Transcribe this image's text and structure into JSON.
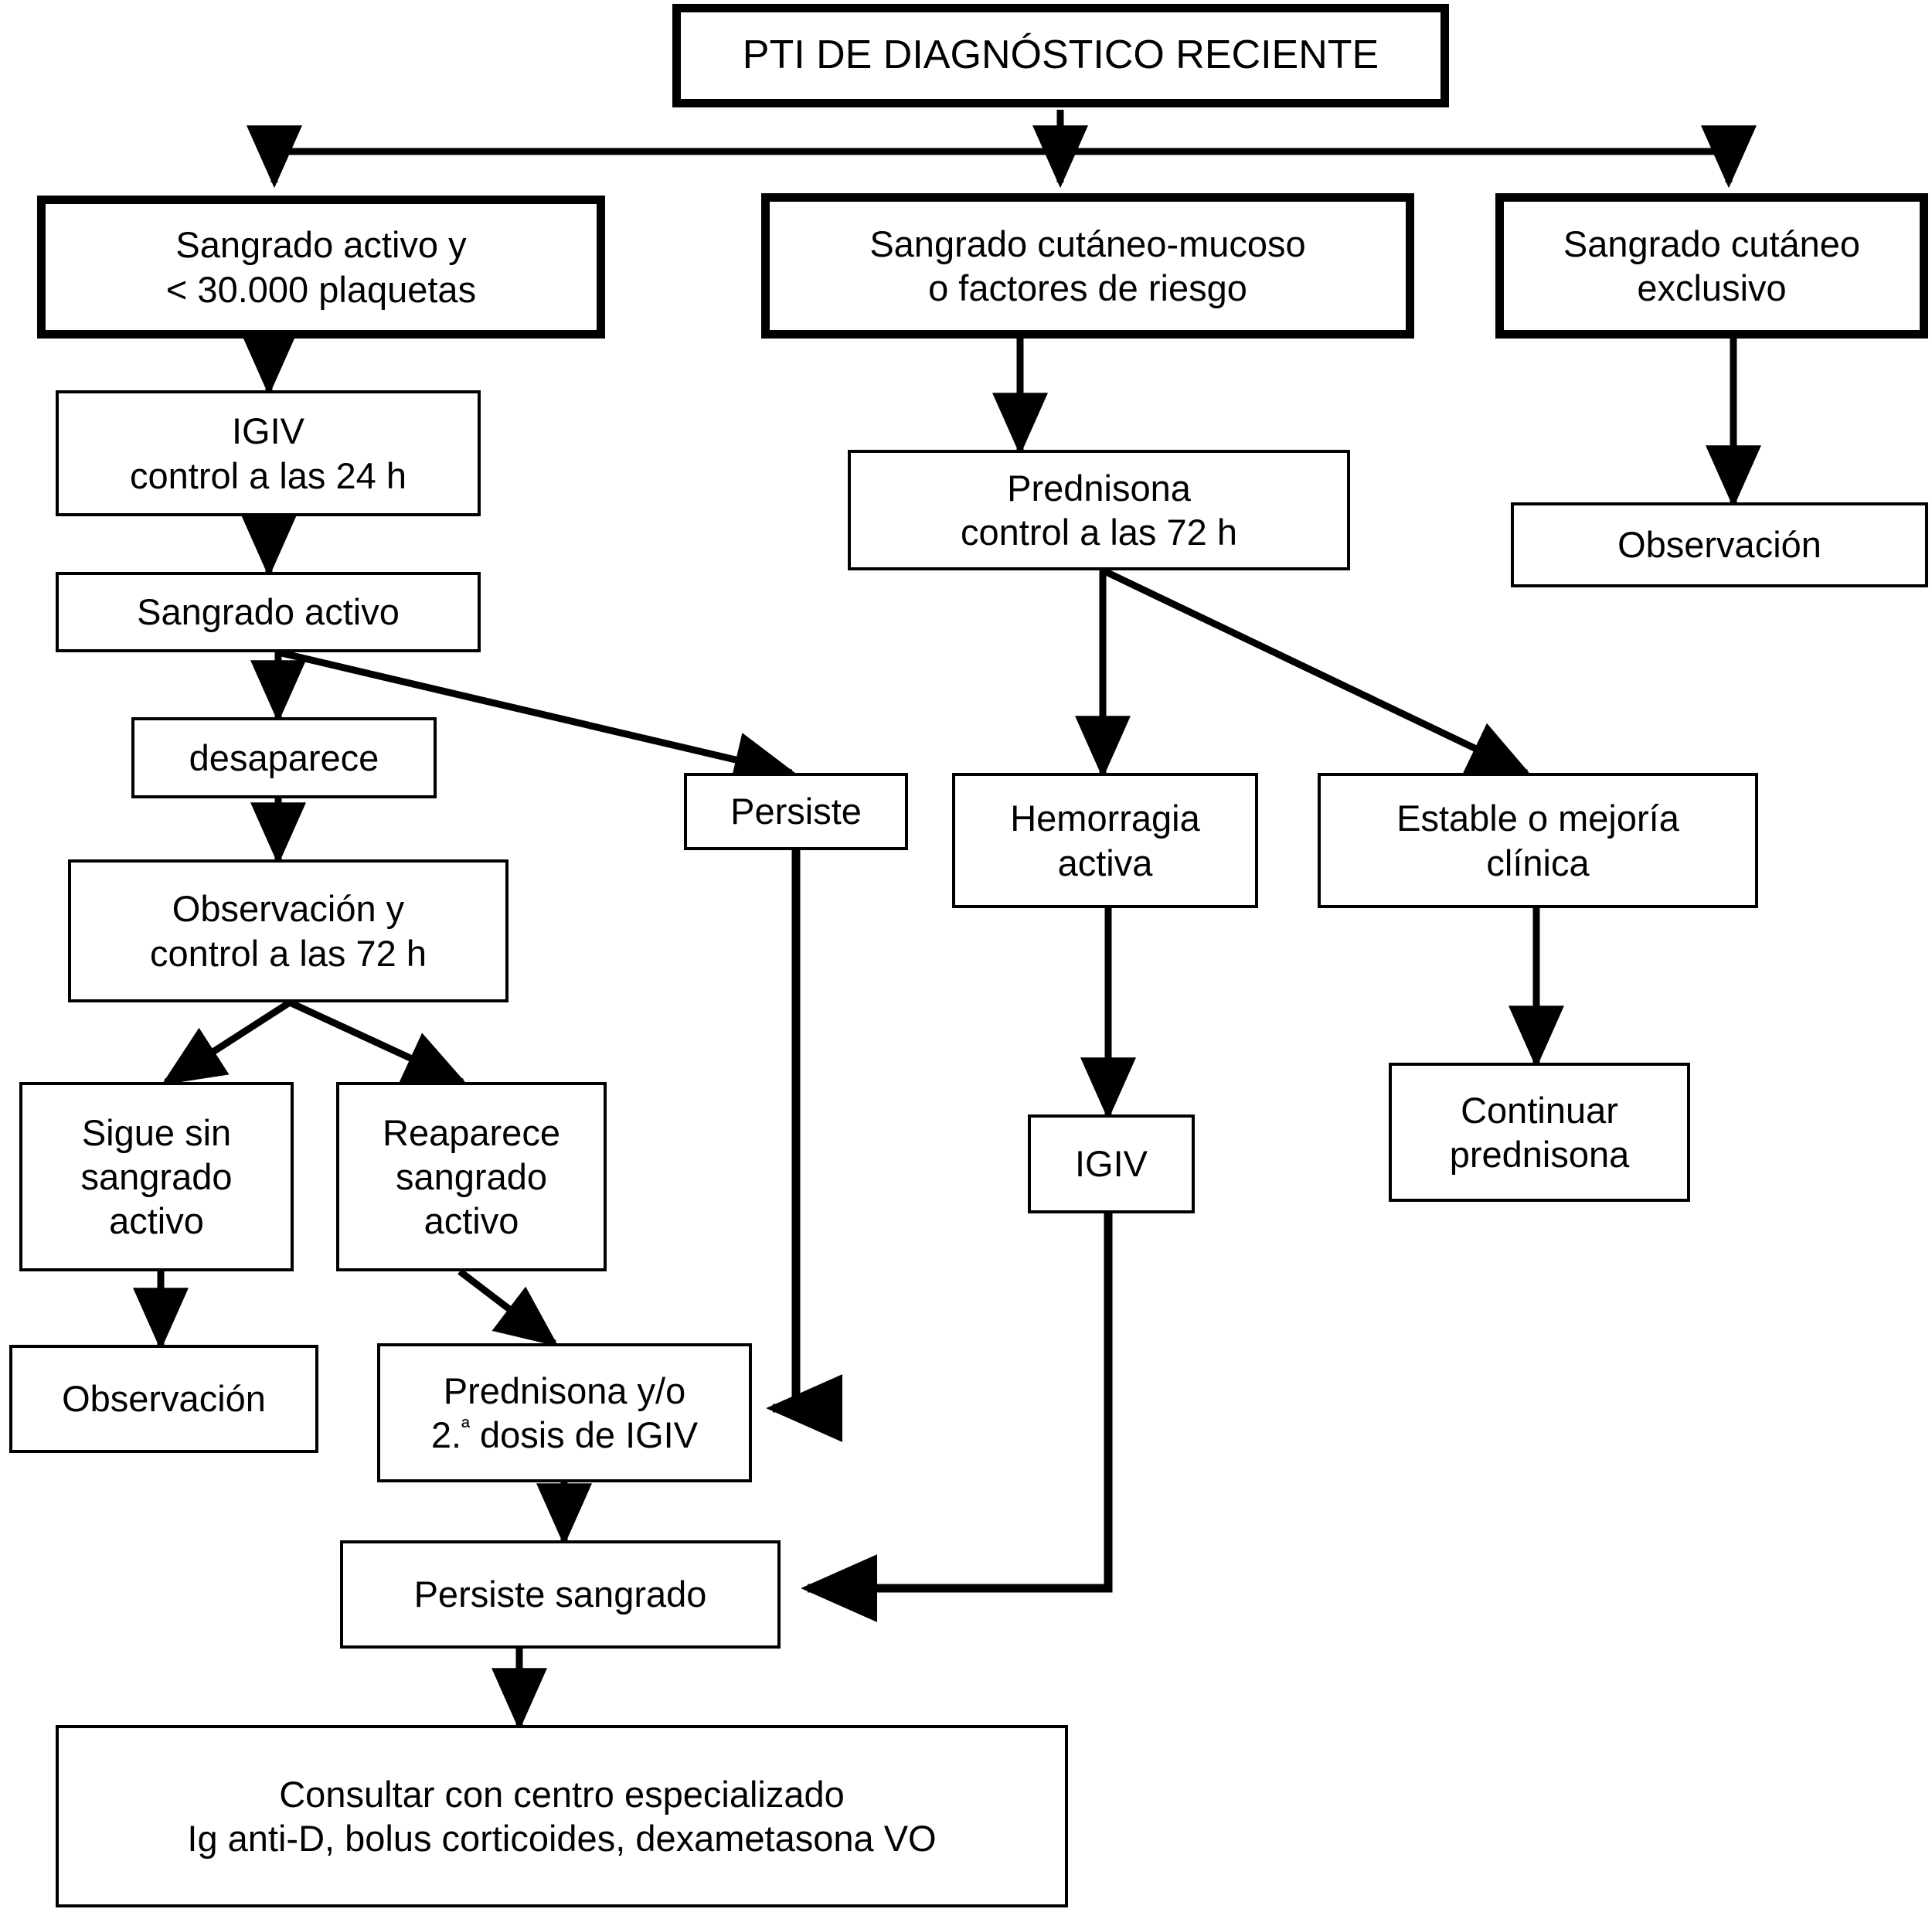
{
  "diagram": {
    "title": "PTI  DE DIAGNÓSTICO RECIENTE",
    "language": "es",
    "accent_color": "#000000",
    "background_color": "#ffffff"
  },
  "nodes": {
    "root": {
      "label": "PTI  DE DIAGNÓSTICO RECIENTE"
    },
    "branch_left": {
      "label": "Sangrado activo y\n< 30.000 plaquetas"
    },
    "branch_mid": {
      "label": "Sangrado cutáneo-mucoso\no factores de riesgo"
    },
    "branch_right": {
      "label": "Sangrado cutáneo\nexclusivo"
    },
    "igiv_24h": {
      "label": "IGIV\ncontrol a las 24 h"
    },
    "sangrado_activo": {
      "label": "Sangrado activo"
    },
    "desaparece": {
      "label": "desaparece"
    },
    "persiste": {
      "label": "Persiste"
    },
    "observacion_72h": {
      "label": "Observación y\ncontrol a las 72 h"
    },
    "sigue_sin_sangrado": {
      "label": "Sigue sin\nsangrado\nactivo"
    },
    "reaparece_sangrado": {
      "label": "Reaparece\nsangrado\nactivo"
    },
    "observacion_left": {
      "label": "Observación"
    },
    "prednisona_2dosis": {
      "label_pre": "Prednisona y/o\n2.",
      "label_sup": "ª",
      "label_post": " dosis de IGIV"
    },
    "persiste_sangrado": {
      "label": "Persiste sangrado"
    },
    "consultar_centro": {
      "label": "Consultar con centro especializado\nIg anti-D, bolus corticoides, dexametasona VO"
    },
    "prednisona_72h": {
      "label": "Prednisona\ncontrol a las 72 h"
    },
    "hemorragia_activa": {
      "label": "Hemorragia\nactiva"
    },
    "estable_mejoria": {
      "label": "Estable o mejoría\nclínica"
    },
    "igiv_mid": {
      "label": "IGIV"
    },
    "continuar_prednisona": {
      "label": "Continuar\nprednisona"
    },
    "observacion_right": {
      "label": "Observación"
    }
  },
  "edges": [
    {
      "from": "root",
      "to": "branch_left"
    },
    {
      "from": "root",
      "to": "branch_mid"
    },
    {
      "from": "root",
      "to": "branch_right"
    },
    {
      "from": "branch_left",
      "to": "igiv_24h"
    },
    {
      "from": "igiv_24h",
      "to": "sangrado_activo"
    },
    {
      "from": "sangrado_activo",
      "to": "desaparece"
    },
    {
      "from": "sangrado_activo",
      "to": "persiste"
    },
    {
      "from": "desaparece",
      "to": "observacion_72h"
    },
    {
      "from": "observacion_72h",
      "to": "sigue_sin_sangrado"
    },
    {
      "from": "observacion_72h",
      "to": "reaparece_sangrado"
    },
    {
      "from": "sigue_sin_sangrado",
      "to": "observacion_left"
    },
    {
      "from": "reaparece_sangrado",
      "to": "prednisona_2dosis"
    },
    {
      "from": "persiste",
      "to": "prednisona_2dosis"
    },
    {
      "from": "prednisona_2dosis",
      "to": "persiste_sangrado"
    },
    {
      "from": "persiste_sangrado",
      "to": "consultar_centro"
    },
    {
      "from": "branch_mid",
      "to": "prednisona_72h"
    },
    {
      "from": "prednisona_72h",
      "to": "hemorragia_activa"
    },
    {
      "from": "prednisona_72h",
      "to": "estable_mejoria"
    },
    {
      "from": "hemorragia_activa",
      "to": "igiv_mid"
    },
    {
      "from": "igiv_mid",
      "to": "persiste_sangrado"
    },
    {
      "from": "estable_mejoria",
      "to": "continuar_prednisona"
    },
    {
      "from": "branch_right",
      "to": "observacion_right"
    }
  ]
}
